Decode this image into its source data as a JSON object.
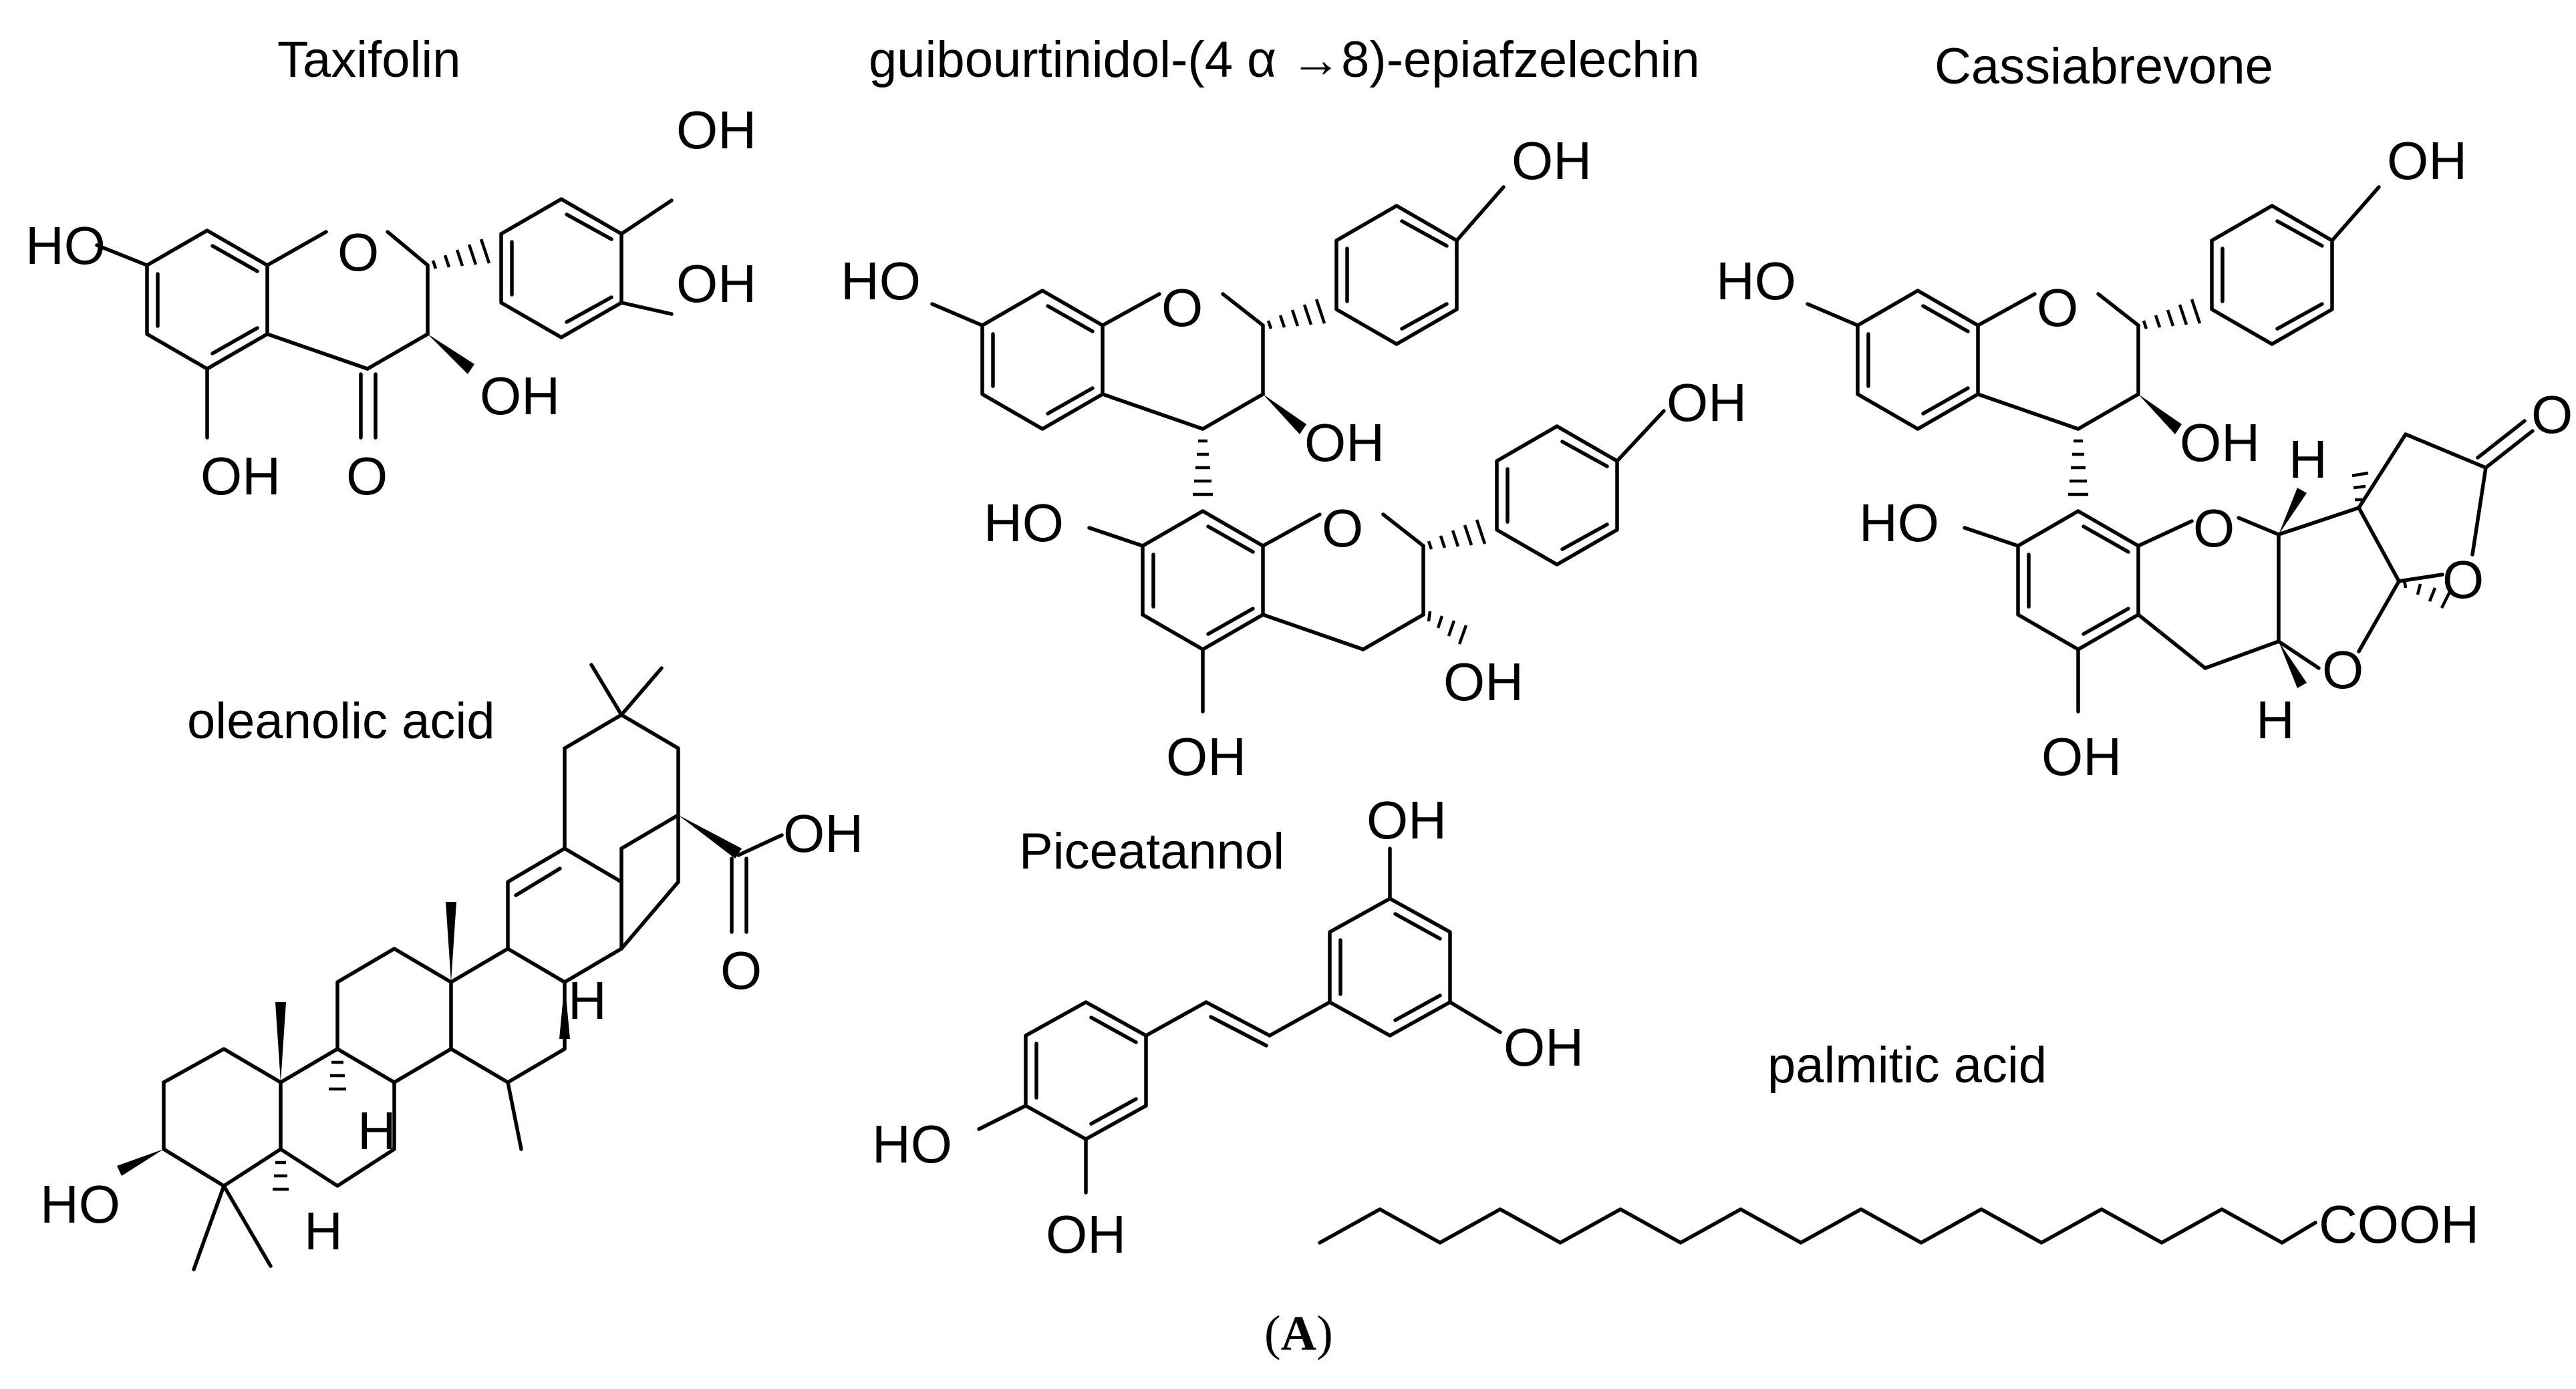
{
  "compounds": {
    "taxifolin": {
      "name": "Taxifolin",
      "atoms": {
        "ho_7": "HO",
        "o_ring": "O",
        "oh_3p": "OH",
        "oh_4p": "OH",
        "oh_3": "OH",
        "oh_5": "OH",
        "o_keto": "O"
      }
    },
    "guibourtinidol": {
      "name": "guibourtinidol-(4 α →8)-epiafzelechin",
      "atoms": {
        "ho_7": "HO",
        "o_ring": "O",
        "oh_4p": "OH",
        "oh_3": "OH",
        "ho_7b": "HO",
        "o_ring_b": "O",
        "oh_4pb": "OH",
        "oh_3b": "OH",
        "oh_5b": "OH"
      }
    },
    "cassiabrevone": {
      "name": "Cassiabrevone",
      "atoms": {
        "ho_7": "HO",
        "o_ring": "O",
        "oh_4p": "OH",
        "oh_3": "OH",
        "ho_7b": "HO",
        "o_ring_b": "O",
        "h_top": "H",
        "o_keto": "O",
        "o_lactone": "O",
        "o_furan": "O",
        "h_bottom": "H",
        "oh_5b": "OH"
      }
    },
    "oleanolic_acid": {
      "name": "oleanolic acid",
      "atoms": {
        "ho_3": "HO",
        "h_5": "H",
        "h_9": "H",
        "h_18": "H",
        "cooh_oh": "OH",
        "cooh_o": "O"
      }
    },
    "piceatannol": {
      "name": "Piceatannol",
      "atoms": {
        "oh_top": "OH",
        "oh_right": "OH",
        "ho_left": "HO",
        "oh_bottom": "OH"
      }
    },
    "palmitic_acid": {
      "name": "palmitic acid",
      "atoms": {
        "cooh": "COOH"
      }
    }
  },
  "panel_label": {
    "open": "(",
    "letter": "A",
    "close": ")"
  }
}
